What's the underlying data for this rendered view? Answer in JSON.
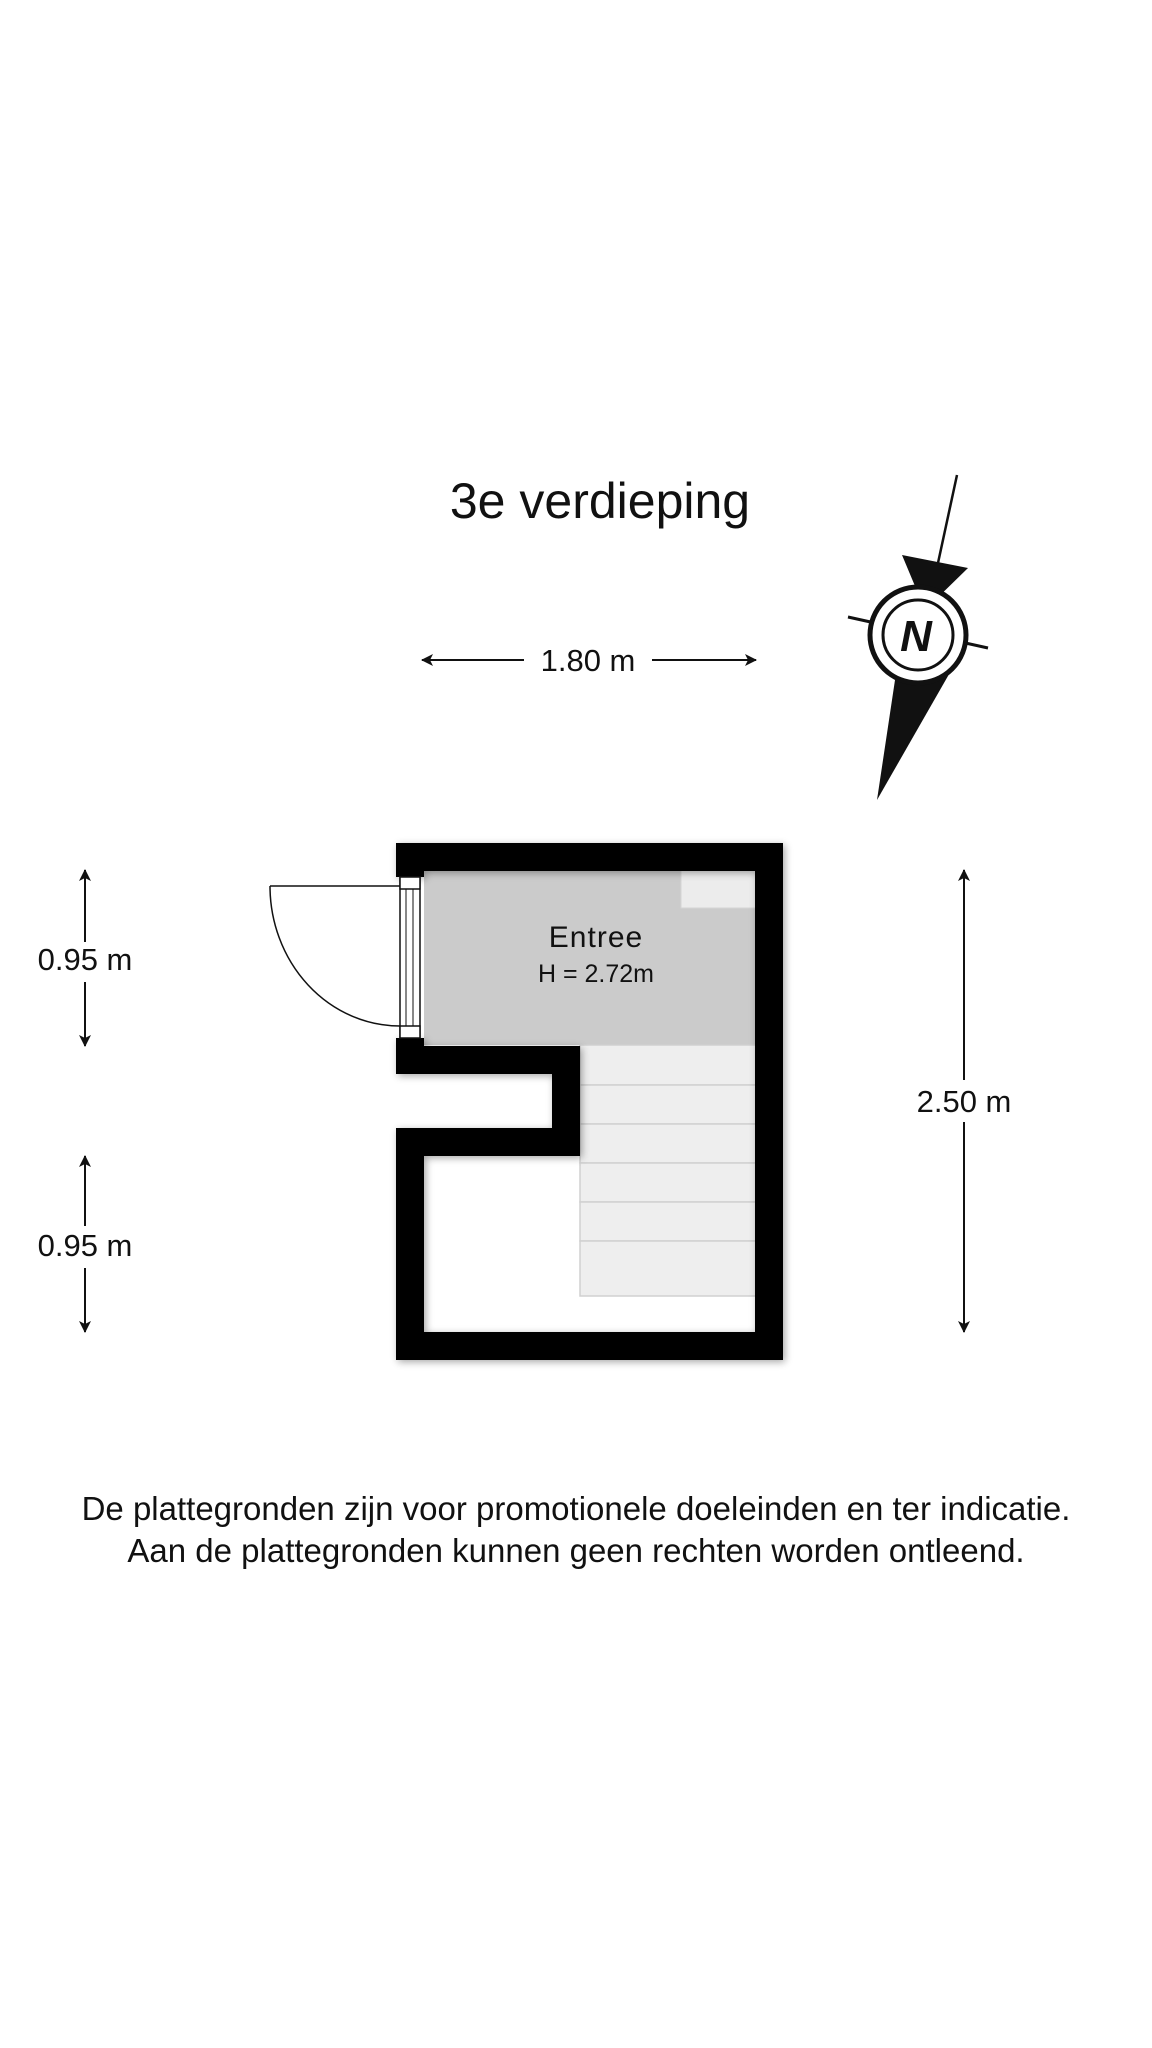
{
  "title": "3e verdieping",
  "dimensions": {
    "width": "1.80 m",
    "depth": "2.50 m",
    "left_upper": "0.95 m",
    "left_lower": "0.95 m"
  },
  "room": {
    "name": "Entree",
    "height": "H = 2.72m"
  },
  "compass": {
    "label": "N"
  },
  "disclaimer": {
    "line1": "De plattegronden zijn voor promotionele doeleinden en ter indicatie.",
    "line2": "Aan de plattegronden kunnen geen rechten worden ontleend."
  },
  "colors": {
    "wall": "#000000",
    "room_fill": "#cbcbcb",
    "stairs_fill": "#eeeeee",
    "background": "#ffffff"
  }
}
